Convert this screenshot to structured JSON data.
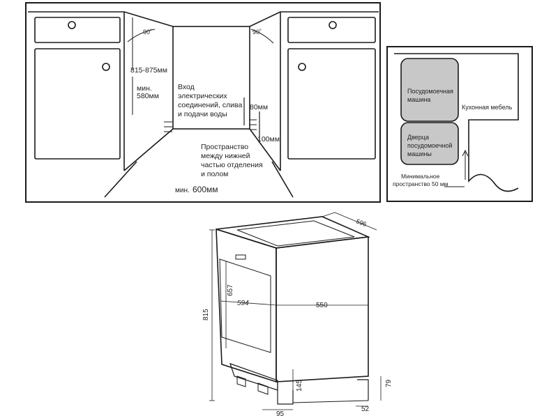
{
  "niche": {
    "angle_left": "90˚",
    "angle_right": "90˚",
    "height_range": "815-875мм",
    "min_label": "мин.",
    "min_height": "580мм",
    "entry_lines": [
      "Вход",
      "электрических",
      "соединений, слива",
      "и подачи воды"
    ],
    "dim_80": "80мм",
    "dim_100": "100мм",
    "space_lines": [
      "Пространство",
      "между нижней",
      "частью отделения",
      "и полом"
    ],
    "min_width_prefix": "мин.",
    "min_width_value": "600мм"
  },
  "plan": {
    "dishwasher_lines": [
      "Посудомоечная",
      "машина"
    ],
    "furniture": "Кухонная мебель",
    "door_lines": [
      "Дверца",
      "посудомоечной",
      "машины"
    ],
    "min_space_line1": "Минимальное",
    "min_space_prefix": "пространство ",
    "min_space_value": "50 мм",
    "colors": {
      "block_fill": "#c8c8c8",
      "line": "#1a1a1a"
    }
  },
  "dims": {
    "depth": "550",
    "width_inner": "594",
    "width_top": "596",
    "height_total": "815",
    "height_door": "657",
    "plinth": "145",
    "feet_depth": "95",
    "leg_offset": "52",
    "leg_height": "79"
  }
}
